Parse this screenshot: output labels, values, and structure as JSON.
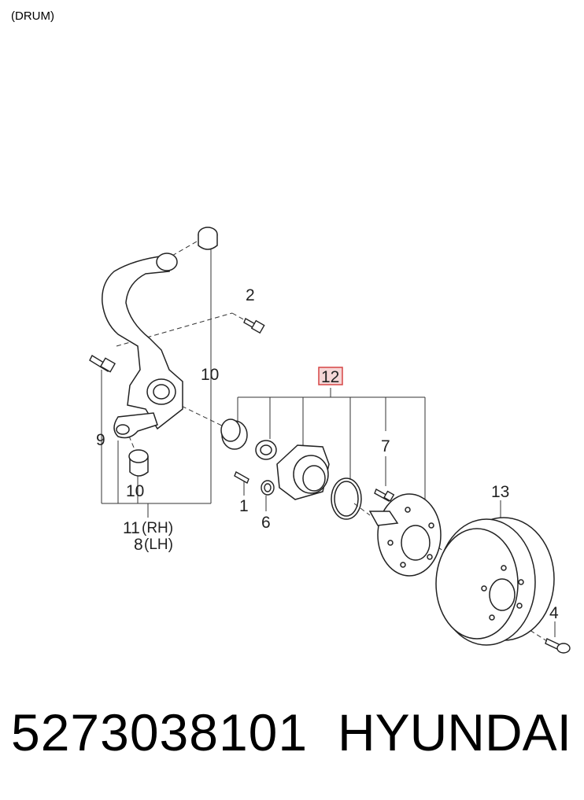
{
  "header": {
    "variant_label": "(DRUM)"
  },
  "callouts": {
    "c1": "1",
    "c2": "2",
    "c4": "4",
    "c6": "6",
    "c7": "7",
    "c8": "8",
    "c8_side": "(LH)",
    "c9": "9",
    "c10_top": "10",
    "c10_bottom": "10",
    "c11": "11",
    "c11_side": "(RH)",
    "c12": "12",
    "c13": "13"
  },
  "footer": {
    "part_number": "5273038101",
    "brand": "HYUNDAI"
  },
  "colors": {
    "highlight": "#d64545",
    "highlight_fill": "#f6d7d7"
  }
}
